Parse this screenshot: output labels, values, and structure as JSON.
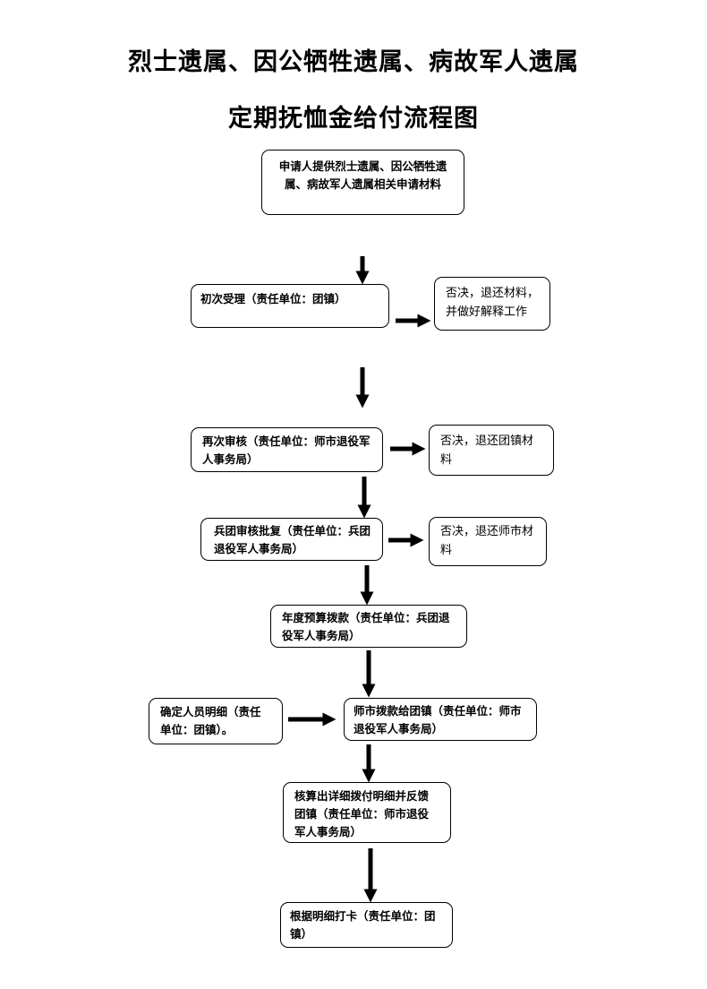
{
  "title": {
    "line1": "烈士遗属、因公牺牲遗属、病故军人遗属",
    "line2": "定期抚恤金给付流程图"
  },
  "steps": {
    "apply": "申请人提供烈士遗属、因公牺牲遗属、病故军人遗属相关申请材料",
    "first_accept": "初次受理（责任单位：团镇）",
    "second_review": "再次审核（责任单位：师市退役军人事务局）",
    "corps_approval": "兵团审核批复（责任单位：兵团退役军人事务局）",
    "annual_budget": "年度预算拨款（责任单位：兵团退役军人事务局）",
    "confirm_persons": "确定人员明细（责任单位：团镇）。",
    "city_allocate": "师市拨款给团镇（责任单位：师市退役军人事务局）",
    "calculate_feedback": "核算出详细拨付明细并反馈团镇（责任单位：师市退役军人事务局）",
    "card_payment": "根据明细打卡（责任单位：团镇）"
  },
  "rejections": {
    "first": "否决，退还材料，并做好解释工作",
    "second": "否决，退还团镇材料",
    "third": "否决，退还师市材料"
  }
}
